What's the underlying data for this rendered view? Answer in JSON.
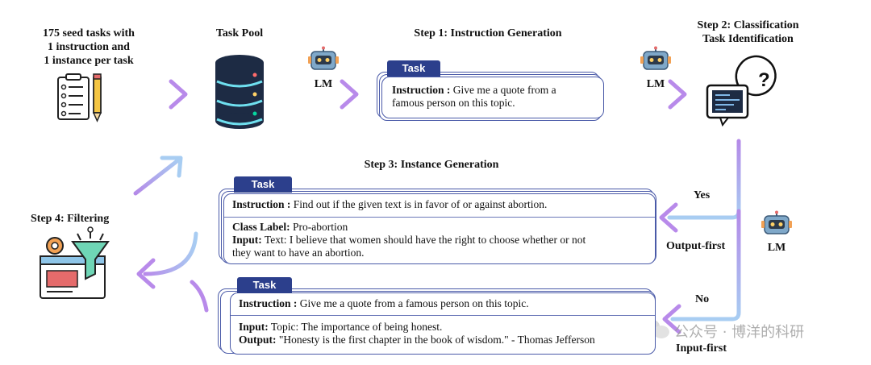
{
  "seed": {
    "line1": "175 seed tasks with",
    "line2": "1 instruction and",
    "line3": "1 instance per task"
  },
  "task_pool": {
    "label": "Task Pool"
  },
  "lm": {
    "label": "LM"
  },
  "step1": {
    "title": "Step 1: Instruction Generation",
    "tag": "Task",
    "instruction_key": "Instruction :",
    "instruction_line1": " Give me a quote from a",
    "instruction_line2": "famous person on this topic."
  },
  "step2": {
    "title_line1": "Step 2: Classification",
    "title_line2": "Task Identification"
  },
  "step3": {
    "title": "Step 3: Instance Generation",
    "card1": {
      "tag": "Task",
      "instruction_key": "Instruction :",
      "instruction_value": " Find out if the given text is in favor of or against abortion.",
      "class_key": "Class Label:",
      "class_value": " Pro-abortion",
      "input_key": "Input:",
      "input_line1": " Text: I believe that women should have the right to choose whether or not",
      "input_line2": "they want to have an abortion."
    },
    "card2": {
      "tag": "Task",
      "instruction_key": "Instruction :",
      "instruction_value": " Give me a quote from a famous person on this topic.",
      "input_key": "Input:",
      "input_value": " Topic: The importance of being honest.",
      "output_key": "Output:",
      "output_value": " \"Honesty is the first chapter in the book of wisdom.\" - Thomas Jefferson"
    }
  },
  "step4": {
    "title": "Step 4: Filtering"
  },
  "branch": {
    "yes": "Yes",
    "output_first": "Output-first",
    "no": "No",
    "input_first": "Input-first"
  },
  "watermark": {
    "text": "公众号 · 博洋的科研"
  },
  "colors": {
    "arrow_start": "#a0c8f0",
    "arrow_end": "#b48ae8",
    "tag_bg": "#2c3f8c",
    "card_border": "#4a5aa8"
  }
}
